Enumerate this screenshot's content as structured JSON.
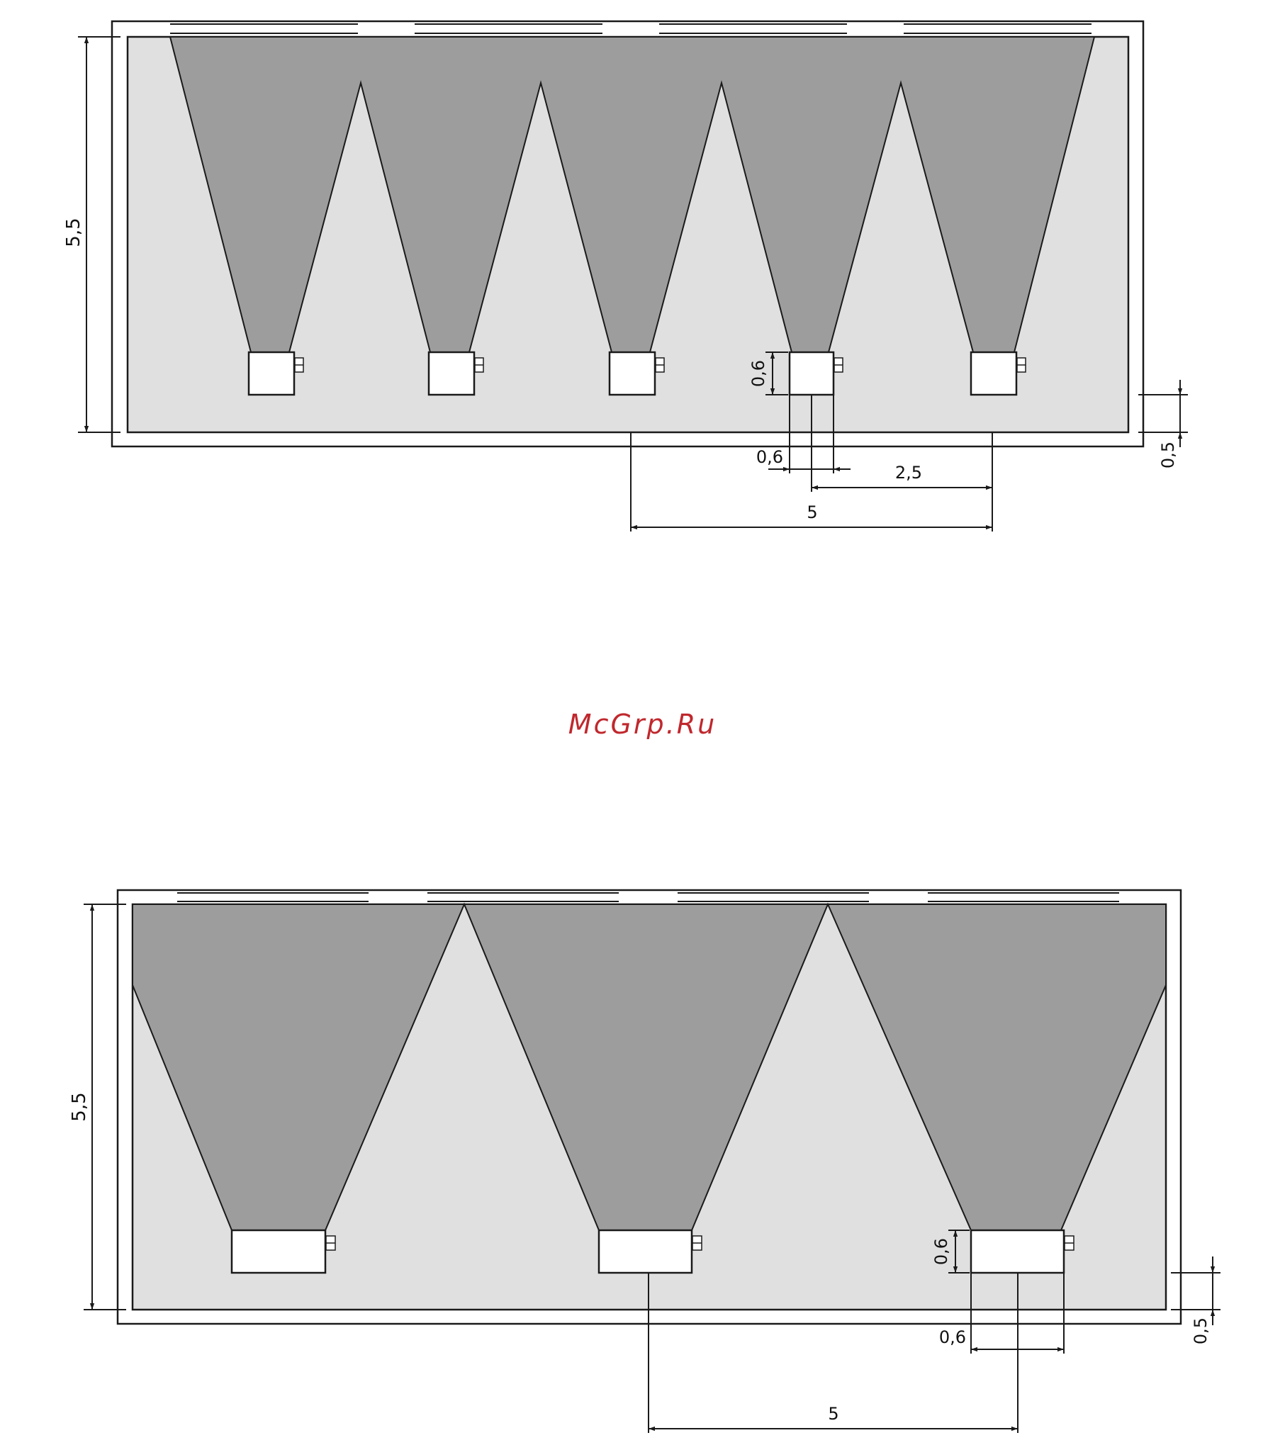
{
  "watermark": "McGrp.Ru",
  "colors": {
    "room": "#e0e0e0",
    "beam": "#9d9d9d",
    "outline": "#1a1a1a",
    "fixture": "#ffffff",
    "watermark": "#c0282d"
  },
  "diagrams": [
    {
      "fixture_count": 5,
      "labels": {
        "height": "5,5",
        "fixture_height": "0,6",
        "fixture_width": "0,6",
        "wall_offset": "0,5",
        "half_spacing": "2,5",
        "spacing": "5"
      }
    },
    {
      "fixture_count": 3,
      "labels": {
        "height": "5,5",
        "fixture_height": "0,6",
        "fixture_width": "0,6",
        "wall_offset": "0,5",
        "spacing": "5"
      }
    }
  ]
}
